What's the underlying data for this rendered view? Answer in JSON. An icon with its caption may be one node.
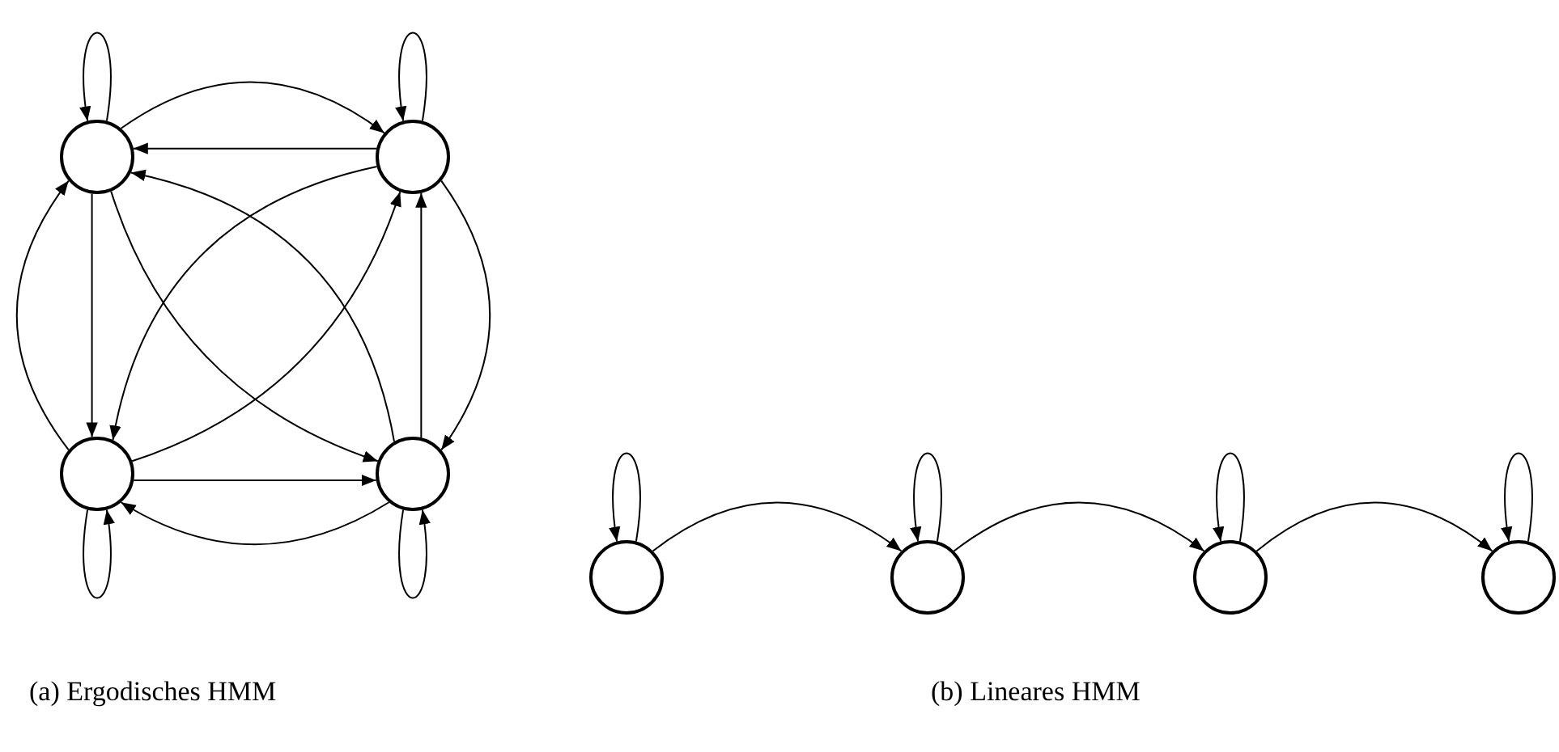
{
  "diagram": {
    "nodes": [
      {
        "text": [],
        "shape": "circle"
      },
      {
        "text": [],
        "shape": "circle"
      },
      {
        "text": [],
        "shape": "circle"
      },
      {
        "text": [],
        "shape": "circle"
      },
      {
        "text": [],
        "shape": "circle"
      },
      {
        "text": [],
        "shape": "circle"
      },
      {
        "text": [],
        "shape": "circle"
      },
      {
        "text": [],
        "shape": "circle"
      }
    ],
    "edges": [
      {
        "from": 0,
        "to": 0,
        "arrow": "to"
      },
      {
        "from": 1,
        "to": 1,
        "arrow": "to"
      },
      {
        "from": 2,
        "to": 2,
        "arrow": "to"
      },
      {
        "from": 3,
        "to": 3,
        "arrow": "to"
      },
      {
        "from": 0,
        "to": 1,
        "arrow": "to"
      },
      {
        "from": 1,
        "to": 0,
        "arrow": "to"
      },
      {
        "from": 0,
        "to": 2,
        "arrow": "to"
      },
      {
        "from": 2,
        "to": 0,
        "arrow": "to"
      },
      {
        "from": 2,
        "to": 3,
        "arrow": "to"
      },
      {
        "from": 3,
        "to": 2,
        "arrow": "to"
      },
      {
        "from": 3,
        "to": 1,
        "arrow": "to"
      },
      {
        "from": 1,
        "to": 3,
        "arrow": "to"
      },
      {
        "from": 0,
        "to": 3,
        "arrow": "to"
      },
      {
        "from": 3,
        "to": 0,
        "arrow": "to"
      },
      {
        "from": 1,
        "to": 2,
        "arrow": "to"
      },
      {
        "from": 2,
        "to": 1,
        "arrow": "to"
      },
      {
        "from": 4,
        "to": 4,
        "arrow": "to"
      },
      {
        "from": 5,
        "to": 5,
        "arrow": "to"
      },
      {
        "from": 6,
        "to": 6,
        "arrow": "to"
      },
      {
        "from": 7,
        "to": 7,
        "arrow": "to"
      },
      {
        "from": 4,
        "to": 5,
        "arrow": "to"
      },
      {
        "from": 5,
        "to": 6,
        "arrow": "to"
      },
      {
        "from": 6,
        "to": 7,
        "arrow": "to"
      }
    ],
    "labels": [
      "(a) Ergodisches HMM",
      "(b) Lineares HMM"
    ]
  }
}
